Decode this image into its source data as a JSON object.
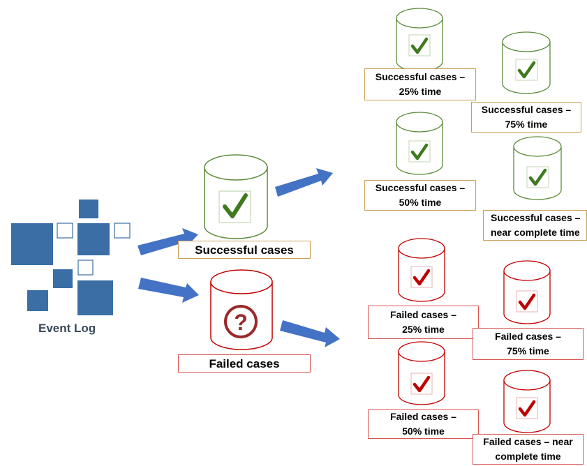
{
  "event_log": {
    "label": "Event Log",
    "color": "#3a6ea5"
  },
  "arrows_color": "#4472c4",
  "successful": {
    "main_label": "Successful cases",
    "color": "#5b8c3a",
    "tile_border": "#c3d6b3",
    "check_color": "#3f7a1f",
    "label_border": "#c9a054",
    "subsets": [
      {
        "label": "Successful cases –\n25% time"
      },
      {
        "label": "Successful cases –\n75% time"
      },
      {
        "label": "Successful cases –\n50% time"
      },
      {
        "label": "Successful cases –\nnear complete time"
      }
    ]
  },
  "failed": {
    "main_label": "Failed cases",
    "color": "#c00000",
    "tile_border": "#e9b2b2",
    "check_color": "#c00000",
    "question_color": "#9b2a2a",
    "label_border": "#d9534f",
    "subsets": [
      {
        "label": "Failed cases –\n25% time"
      },
      {
        "label": "Failed cases –\n75% time"
      },
      {
        "label": "Failed cases –\n50% time"
      },
      {
        "label": "Failed cases – near\ncomplete time"
      }
    ]
  }
}
